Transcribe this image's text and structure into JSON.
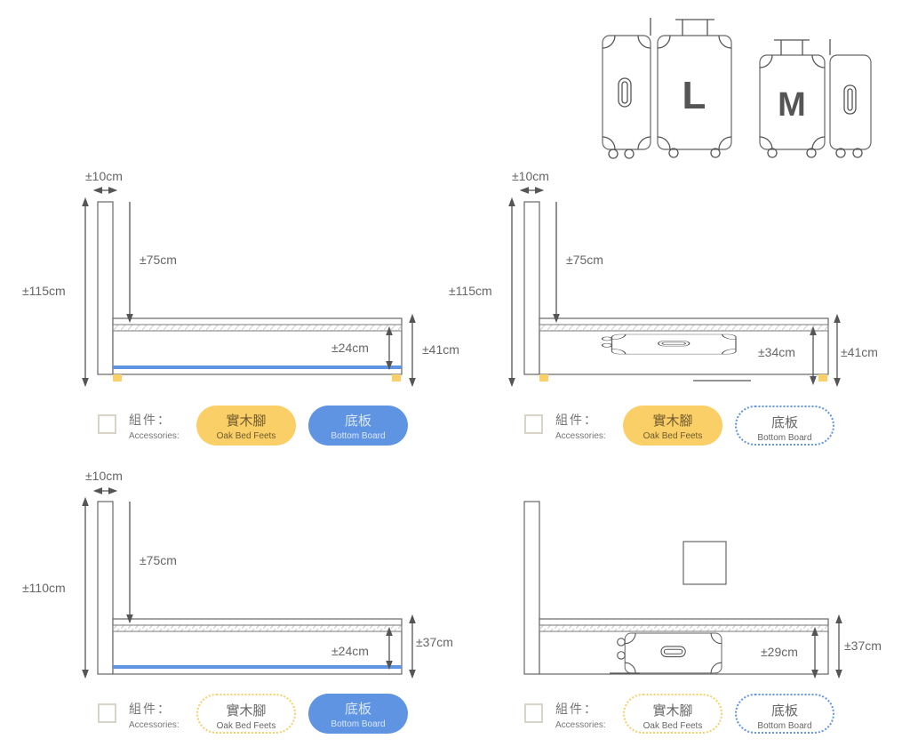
{
  "luggage": {
    "large_label": "L",
    "medium_label": "M"
  },
  "accessories": {
    "label_zh": "組件：",
    "label_en": "Accessories:",
    "oak_zh": "實木腳",
    "oak_en": "Oak Bed Feets",
    "board_zh": "底板",
    "board_en": "Bottom Board"
  },
  "panels": [
    {
      "headboard_thickness": "±10cm",
      "total_height": "±115cm",
      "headboard_above": "±75cm",
      "inner_height": "±24cm",
      "bed_height": "±41cm",
      "oak_feet": true,
      "bottom_board": true
    },
    {
      "headboard_thickness": "±10cm",
      "total_height": "±115cm",
      "headboard_above": "±75cm",
      "inner_height": "±34cm",
      "bed_height": "±41cm",
      "oak_feet": true,
      "bottom_board": false
    },
    {
      "headboard_thickness": "±10cm",
      "total_height": "±110cm",
      "headboard_above": "±75cm",
      "inner_height": "±24cm",
      "bed_height": "±37cm",
      "oak_feet": false,
      "bottom_board": true
    },
    {
      "inner_height": "±29cm",
      "bed_height": "±37cm",
      "oak_feet": false,
      "bottom_board": false
    }
  ],
  "colors": {
    "oak": "#fbcf67",
    "board": "#5f94e3",
    "line": "#555555"
  }
}
